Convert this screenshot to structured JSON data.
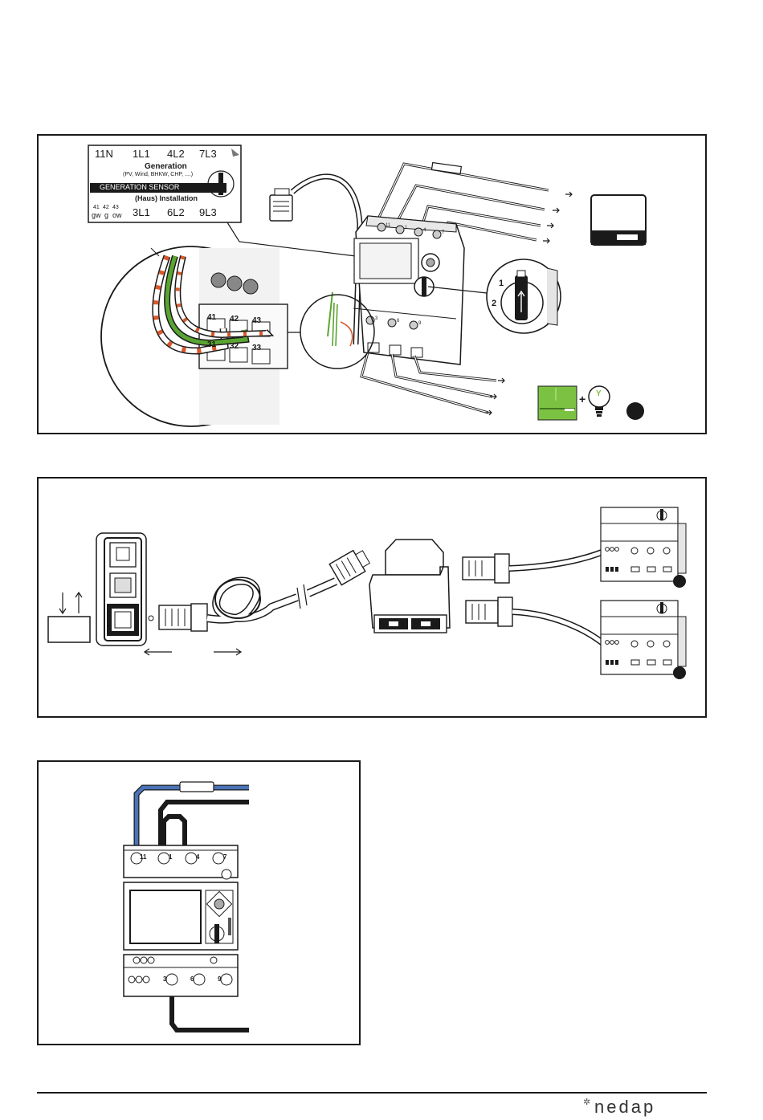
{
  "label_card": {
    "top_row": [
      "11N",
      "1L1",
      "4L2",
      "7L3"
    ],
    "generation_title": "Generation",
    "generation_subtitle": "(PV, Wind, BHKW, CHP, ....)",
    "sensor_banner": "GENERATION SENSOR",
    "installation_title": "(Haus) Installation",
    "bottom_terminals": [
      "41",
      "42",
      "43"
    ],
    "bottom_terminal_labels": [
      "gw",
      "g",
      "ow"
    ],
    "bottom_row": [
      "3L1",
      "6L2",
      "9L3"
    ]
  },
  "zoom_terminals": [
    "41",
    "42",
    "43",
    "31",
    "32",
    "33"
  ],
  "meter_top_terminals": [
    "11",
    "1",
    "4",
    "7"
  ],
  "meter_bottom_terminals": [
    "3",
    "6",
    "9"
  ],
  "dial_labels": [
    "1",
    "2"
  ],
  "led_indicator": "Y",
  "plus_sign": "+",
  "colors": {
    "wire_green": "#5aa532",
    "wire_orange": "#d9582a",
    "wire_blue": "#4a73b8",
    "lcd_green": "#7cc242",
    "outline": "#1a1a1a"
  },
  "logo_text": "nedap"
}
